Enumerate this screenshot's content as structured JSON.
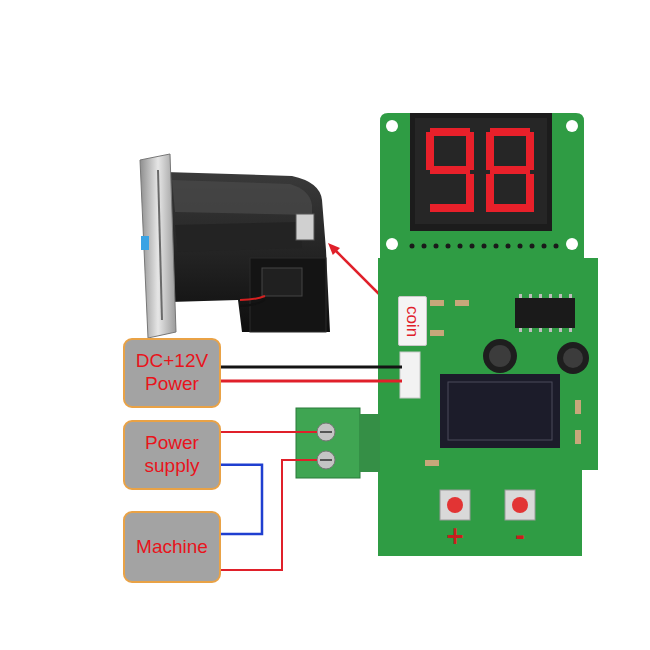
{
  "diagram": {
    "nodes": [
      {
        "text": [
          "DC+12V Power"
        ]
      },
      {
        "text": [
          "Power supply"
        ]
      },
      {
        "text": [
          "Machine"
        ]
      },
      {
        "text": [
          "coin"
        ]
      }
    ],
    "edges": [
      {
        "from": 1,
        "to": 2,
        "arrow": "none"
      }
    ],
    "labels": [
      "+",
      "-"
    ]
  }
}
